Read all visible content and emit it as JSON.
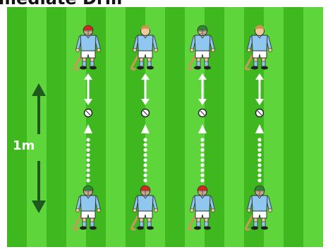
{
  "title": "mediate Drill",
  "distance_label": "1m",
  "colors": {
    "pitch_light": "#5ed63b",
    "pitch_dark": "#3fb820",
    "jersey": "#8fc7ee",
    "shorts": "#ffffff",
    "arrow_dark": "#1e5a1e",
    "marker": "#ffffff"
  },
  "players_top": [
    {
      "helmet": "red-helmet"
    },
    {
      "helmet": "no-helmet"
    },
    {
      "helmet": "green-helmet"
    },
    {
      "helmet": "no-helmet"
    }
  ],
  "players_bottom": [
    {
      "helmet": "green-helmet"
    },
    {
      "helmet": "red-helmet"
    },
    {
      "helmet": "red-helmet"
    },
    {
      "helmet": "green-helmet"
    }
  ]
}
